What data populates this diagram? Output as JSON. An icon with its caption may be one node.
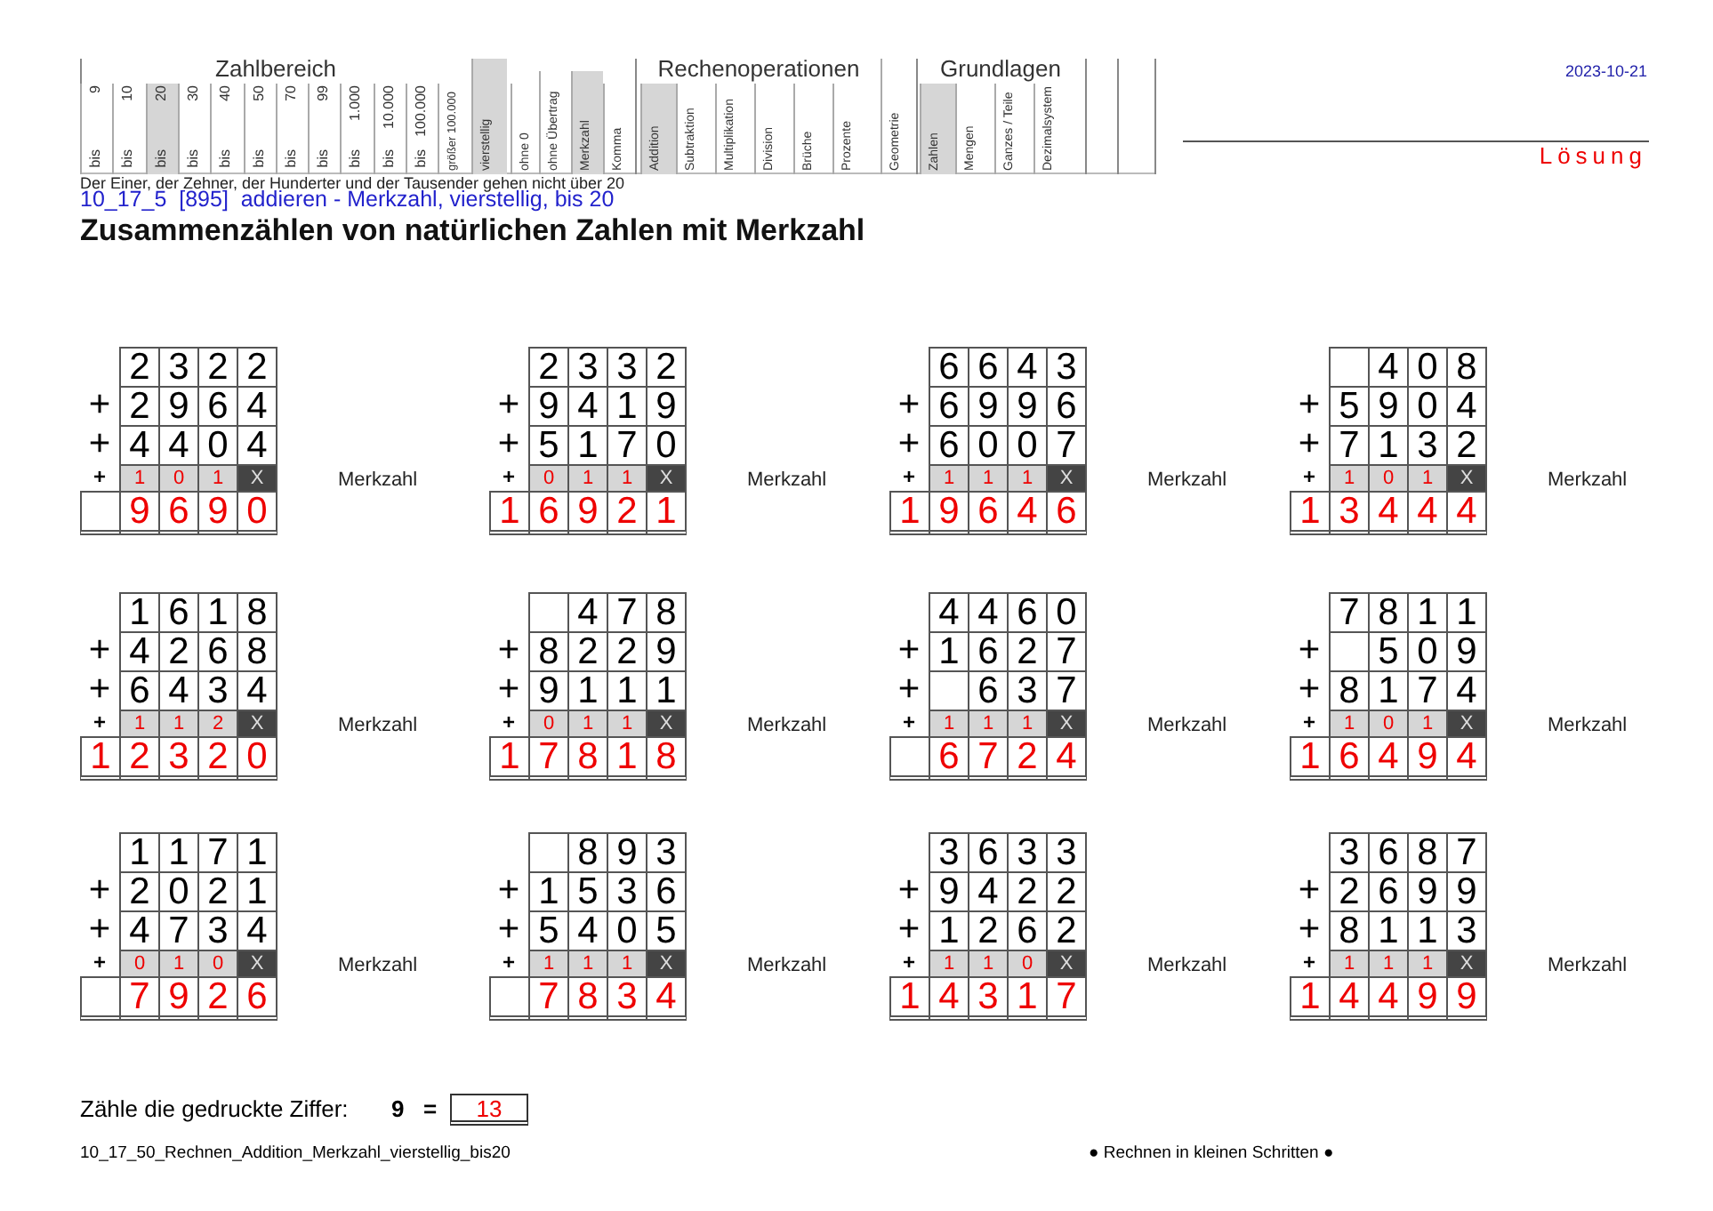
{
  "diagram": {
    "title": "Zusammenzählen von natürlichen Zahlen mit Merkzahl",
    "labels": [
      "Zahlbereich",
      "9",
      "bis",
      "10",
      "bis",
      "20",
      "bis",
      "30",
      "bis",
      "40",
      "bis",
      "50",
      "bis",
      "70",
      "bis",
      "99",
      "bis",
      "1.000",
      "bis",
      "10.000",
      "bis",
      "100.000",
      "bis",
      "größer 100.000",
      "vierstellig",
      "ohne 0",
      "ohne Übertrag",
      "Merkzahl",
      "Komma",
      "Rechenoperationen",
      "Addition",
      "Subtraktion",
      "Multiplikation",
      "Division",
      "Brüche",
      "Prozente",
      "Geometrie",
      "Grundlagen",
      "Zahlen",
      "Mengen",
      "Ganzes / Teile",
      "Dezimalsystem",
      "2023-10-21",
      "Lösung",
      "Der Einer, der Zehner, der Hunderter und der Tausender gehen nicht über 20",
      "10_17_5  [895]  addieren - Merkzahl, vierstellig, bis 20",
      "2",
      "3",
      "2",
      "2",
      "+",
      "2",
      "9",
      "6",
      "4",
      "+",
      "4",
      "4",
      "0",
      "4",
      "+",
      "1",
      "0",
      "1",
      "X",
      "9",
      "6",
      "9",
      "0",
      "Merkzahl",
      "2",
      "3",
      "3",
      "2",
      "+",
      "9",
      "4",
      "1",
      "9",
      "+",
      "5",
      "1",
      "7",
      "0",
      "+",
      "0",
      "1",
      "1",
      "X",
      "1",
      "6",
      "9",
      "2",
      "1",
      "Merkzahl",
      "6",
      "6",
      "4",
      "3",
      "+",
      "6",
      "9",
      "9",
      "6",
      "+",
      "6",
      "0",
      "0",
      "7",
      "+",
      "1",
      "1",
      "1",
      "X",
      "1",
      "9",
      "6",
      "4",
      "6",
      "Merkzahl",
      "4",
      "0",
      "8",
      "+",
      "5",
      "9",
      "0",
      "4",
      "+",
      "7",
      "1",
      "3",
      "2",
      "+",
      "1",
      "0",
      "1",
      "X",
      "1",
      "3",
      "4",
      "4",
      "4",
      "Merkzahl",
      "1",
      "6",
      "1",
      "8",
      "+",
      "4",
      "2",
      "6",
      "8",
      "+",
      "6",
      "4",
      "3",
      "4",
      "+",
      "1",
      "1",
      "2",
      "X",
      "1",
      "2",
      "3",
      "2",
      "0",
      "Merkzahl",
      "4",
      "7",
      "8",
      "+",
      "8",
      "2",
      "2",
      "9",
      "+",
      "9",
      "1",
      "1",
      "1",
      "+",
      "0",
      "1",
      "1",
      "X",
      "1",
      "7",
      "8",
      "1",
      "8",
      "Merkzahl",
      "4",
      "4",
      "6",
      "0",
      "+",
      "1",
      "6",
      "2",
      "7",
      "+",
      "6",
      "3",
      "7",
      "+",
      "1",
      "1",
      "1",
      "X",
      "6",
      "7",
      "2",
      "4",
      "Merkzahl",
      "7",
      "8",
      "1",
      "1",
      "+",
      "5",
      "0",
      "9",
      "+",
      "8",
      "1",
      "7",
      "4",
      "+",
      "1",
      "0",
      "1",
      "X",
      "1",
      "6",
      "4",
      "9",
      "4",
      "Merkzahl",
      "1",
      "1",
      "7",
      "1",
      "+",
      "2",
      "0",
      "2",
      "1",
      "+",
      "4",
      "7",
      "3",
      "4",
      "+",
      "0",
      "1",
      "0",
      "X",
      "7",
      "9",
      "2",
      "6",
      "Merkzahl",
      "8",
      "9",
      "3",
      "+",
      "1",
      "5",
      "3",
      "6",
      "+",
      "5",
      "4",
      "0",
      "5",
      "+",
      "1",
      "1",
      "1",
      "X",
      "7",
      "8",
      "3",
      "4",
      "Merkzahl",
      "3",
      "6",
      "3",
      "3",
      "+",
      "9",
      "4",
      "2",
      "2",
      "+",
      "1",
      "2",
      "6",
      "2",
      "+",
      "1",
      "1",
      "0",
      "X",
      "1",
      "4",
      "3",
      "1",
      "7",
      "Merkzahl",
      "3",
      "6",
      "8",
      "7",
      "+",
      "2",
      "6",
      "9",
      "9",
      "+",
      "8",
      "1",
      "1",
      "3",
      "+",
      "1",
      "1",
      "1",
      "X",
      "1",
      "4",
      "4",
      "9",
      "9",
      "Merkzahl",
      "Zähle die gedruckte Ziffer:",
      "9",
      "=",
      "13",
      "10_17_50_Rechnen_Addition_Merkzahl_vierstellig_bis20",
      "● Rechnen in kleinen Schritten ●"
    ]
  }
}
